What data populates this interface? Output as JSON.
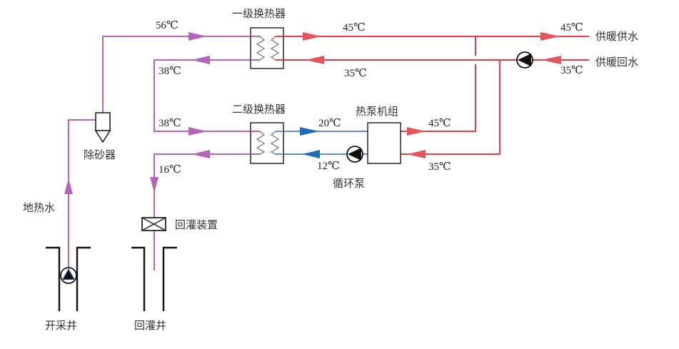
{
  "colors": {
    "geothermal": "#b565b8",
    "heating": "#ee3b3f",
    "heating_arrow": "#e45458",
    "cold_loop": "#5b8fd8",
    "cold_arrow": "#1f6fb8",
    "equipment": "#333333"
  },
  "components": {
    "hx1": "一级换热器",
    "hx2": "二级换热器",
    "heat_pump": "热泵机组",
    "circ_pump": "循环泵",
    "desander": "除砂器",
    "reinjection_device": "回灌装置",
    "production_well": "开采井",
    "reinjection_well": "回灌井",
    "geothermal_water": "地热水",
    "heating_supply": "供暖供水",
    "heating_return": "供暖回水"
  },
  "temperatures": {
    "geo_in_hx1": "56℃",
    "geo_out_hx1": "38℃",
    "geo_in_hx2": "38℃",
    "geo_out_hx2": "16℃",
    "hx1_supply": "45℃",
    "hx1_return": "35℃",
    "supply_out": "45℃",
    "return_in": "35℃",
    "loop_hot": "20℃",
    "loop_cold": "12℃",
    "hp_supply": "45℃",
    "hp_return": "35℃"
  }
}
